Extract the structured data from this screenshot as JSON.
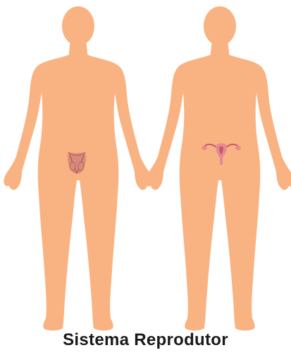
{
  "caption": "Sistema Reprodutor",
  "colors": {
    "skin": "#F9B382",
    "organ_male": "#D98A7A",
    "organ_male_dark": "#B46462",
    "organ_female": "#E58A92",
    "organ_female_dark": "#C25A68",
    "caption_text": "#1a1a1a",
    "background": "#ffffff"
  },
  "figures": [
    {
      "name": "male-figure",
      "organ": "male-reproductive-organ"
    },
    {
      "name": "female-figure",
      "organ": "female-reproductive-organ"
    }
  ]
}
